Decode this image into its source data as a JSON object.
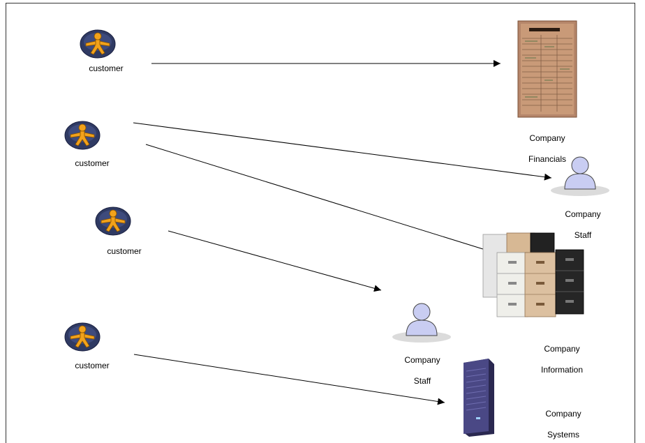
{
  "customers": [
    {
      "label": "customer"
    },
    {
      "label": "customer"
    },
    {
      "label": "customer"
    },
    {
      "label": "customer"
    }
  ],
  "targets": {
    "financials": {
      "line1": "Company",
      "line2": "Financials"
    },
    "staff_top": {
      "line1": "Company",
      "line2": "Staff"
    },
    "information": {
      "line1": "Company",
      "line2": "Information"
    },
    "staff_mid": {
      "line1": "Company",
      "line2": "Staff"
    },
    "systems": {
      "line1": "Company",
      "line2": "Systems"
    }
  },
  "icons": {
    "customer": "customer-person-icon",
    "financials": "ledger-document-icon",
    "staff": "staff-person-icon",
    "information": "filing-cabinets-icon",
    "systems": "server-tower-icon"
  },
  "colors": {
    "customer_figure": "#f2a21b",
    "customer_backdrop": "#2f3a63",
    "staff_fill": "#c9cdf2",
    "ledger": "#b5866a",
    "server": "#3c3a6e",
    "line": "#000000"
  }
}
